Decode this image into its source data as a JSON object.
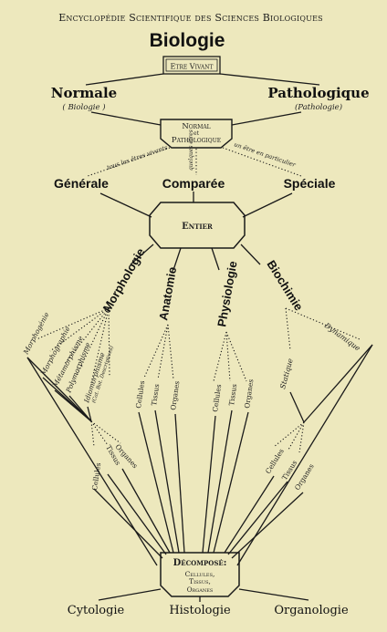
{
  "header": {
    "series_title": "Encyclopédie Scientifique des Sciences Biologiques",
    "title": "Biologie"
  },
  "top_box": "Etre Vivant",
  "branches": {
    "normale": "Normale",
    "normale_sub": "( Biologie )",
    "pathologique": "Pathologique",
    "pathologique_sub": "(Pathologie)"
  },
  "middle_box": {
    "line1": "Normal",
    "line2": "et",
    "line3": "Pathologique"
  },
  "scope_notes": {
    "all_beings": "tous les êtres vivants",
    "some_beings": "quelques êtres",
    "one_being": "un être en particulier"
  },
  "levels": {
    "generale": "Générale",
    "comparee": "Comparée",
    "speciale": "Spéciale"
  },
  "entier_box": "Entier",
  "disciplines": {
    "morphologie": "Morphologie",
    "anatomie": "Anatomie",
    "physiologie": "Physiologie",
    "biochimie": "Biochimie"
  },
  "morpho_subs": [
    "Morphogénie",
    "Morphographie",
    "Métamorphisme",
    "Polymorphisme",
    "Idiomorphisme"
  ],
  "morpho_note": "(Cat. Bot. Descriptives)",
  "tissue_terms": {
    "cellules": "Cellules",
    "tissus": "Tissus",
    "organes": "Organes"
  },
  "biochimie_subs": {
    "statique": "Statique",
    "dynamique": "Dynamique"
  },
  "lower_terms": {
    "cellules": "Cellules",
    "tissus": "Tissus",
    "organes": "Organes"
  },
  "decompose_box": {
    "title": "Décomposé:",
    "line1": "Cellules,",
    "line2": "Tissus,",
    "line3": "Organes"
  },
  "bottom": {
    "cytologie": "Cytologie",
    "histologie": "Histologie",
    "organologie": "Organologie"
  }
}
